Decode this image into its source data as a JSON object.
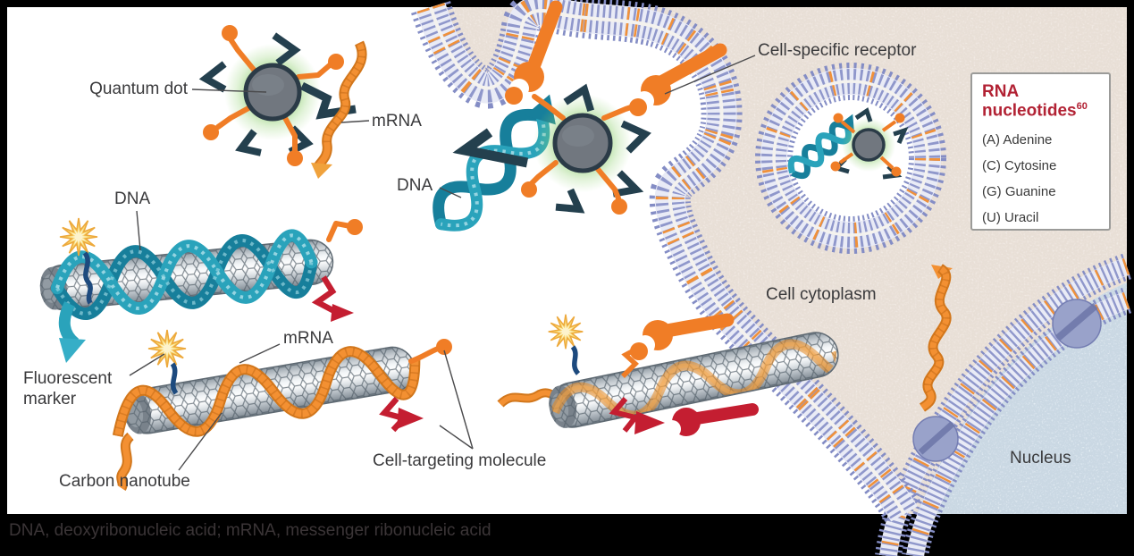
{
  "labels": {
    "quantum_dot": "Quantum dot",
    "mrna_top": "mRNA",
    "dna_nanotube": "DNA",
    "dna_center": "DNA",
    "fluorescent_marker": "Fluorescent marker",
    "mrna_nanotube": "mRNA",
    "carbon_nanotube": "Carbon nanotube",
    "cell_targeting_molecule": "Cell-targeting molecule",
    "cell_specific_receptor": "Cell-specific receptor",
    "cell_cytoplasm": "Cell cytoplasm",
    "nucleus": "Nucleus"
  },
  "legend": {
    "title": "RNA nucleotides",
    "superscript": "60",
    "items": [
      "(A) Adenine",
      "(C) Cytosine",
      "(G) Guanine",
      "(U) Uracil"
    ]
  },
  "caption": "DNA, deoxyribonucleic acid; mRNA, messenger ribonucleic acid",
  "colors": {
    "legend_title_red": "#b22234",
    "orange": "#f07d26",
    "navy": "#24404e",
    "teal_dna": "#2aa3bb",
    "membrane_lavender": "#8f97cb",
    "membrane_orange": "#f0913a",
    "crimson": "#c41e31",
    "quantum_dot_gray": "#71777f",
    "glow_green": "#6fc24b",
    "cytoplasm_bg": "#f2ece6",
    "nucleus_bg": "#e7eff4"
  }
}
